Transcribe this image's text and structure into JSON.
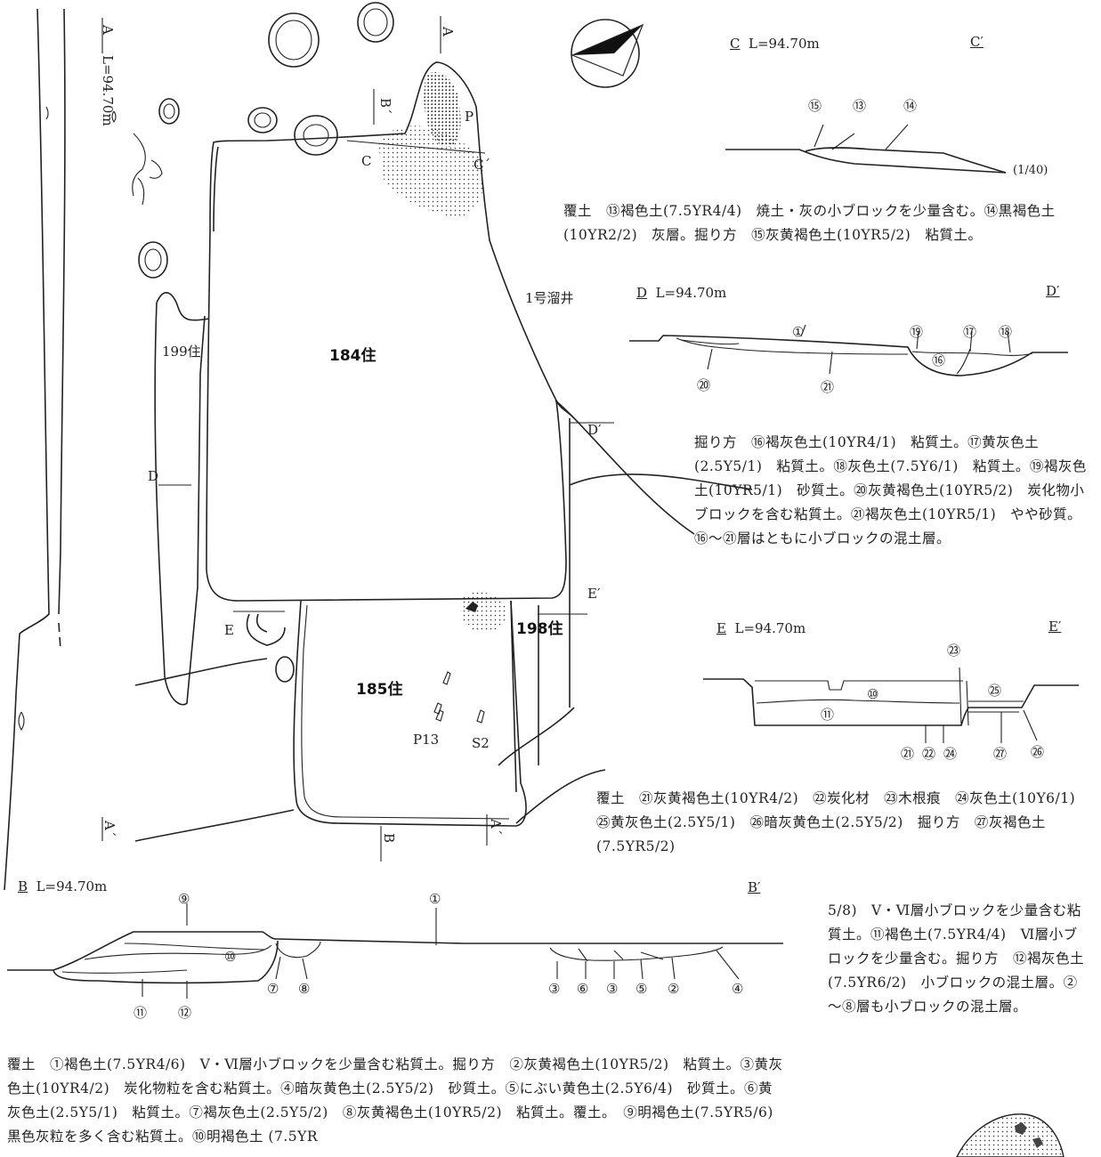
{
  "plan": {
    "features": {
      "f184": "184住",
      "f185": "185住",
      "f198": "198住",
      "f199": "199住",
      "well": "1号溜井"
    },
    "points": {
      "p": "P",
      "p13": "P13",
      "s2": "S2"
    },
    "markers": {
      "a": "A",
      "a_prime": "A´",
      "b": "B",
      "b_prime": "B´",
      "c": "C",
      "c_prime": "C´",
      "d": "D",
      "d_prime": "D′",
      "e": "E",
      "e_prime": "E′"
    },
    "a_level": "L=94.70m"
  },
  "sections": {
    "c": {
      "start": "C",
      "level": "L=94.70m",
      "end": "C′",
      "scale": "(1/40)",
      "layers": [
        "⑮",
        "⑬",
        "⑭"
      ],
      "description": "覆土　⑬褐色土(7.5YR4/4)　焼土・灰の小ブロックを少量含む。⑭黒褐色土(10YR2/2)　灰層。掘り方　⑮灰黄褐色土(10YR5/2)　粘質土。"
    },
    "d": {
      "start": "D",
      "level": "L=94.70m",
      "end": "D′",
      "layers": [
        "①",
        "⑲",
        "⑰",
        "⑱",
        "⑯",
        "⑳",
        "㉑"
      ],
      "description": "掘り方　⑯褐灰色土(10YR4/1)　粘質土。⑰黄灰色土(2.5Y5/1)　粘質土。⑱灰色土(7.5Y6/1)　粘質土。⑲褐灰色土(10YR5/1)　砂質土。⑳灰黄褐色土(10YR5/2)　炭化物小ブロックを含む粘質土。㉑褐灰色土(10YR5/1)　やや砂質。⑯～㉑層はともに小ブロックの混土層。"
    },
    "e": {
      "start": "E",
      "level": "L=94.70m",
      "end": "E′",
      "layers": [
        "㉓",
        "⑩",
        "㉕",
        "⑪",
        "㉑",
        "㉒",
        "㉔",
        "㉗",
        "㉖"
      ],
      "description": "覆土　㉑灰黄褐色土(10YR4/2)　㉒炭化材　㉓木根痕　㉔灰色土(10Y6/1)　㉕黄灰色土(2.5Y5/1)　㉖暗灰黄色土(2.5Y5/2)　掘り方　㉗灰褐色土(7.5YR5/2)"
    },
    "b": {
      "start": "B",
      "level": "L=94.70m",
      "end": "B′",
      "layers": [
        "⑨",
        "①",
        "⑩",
        "⑪",
        "⑫",
        "⑦",
        "⑧",
        "③",
        "⑥",
        "③",
        "⑤",
        "②",
        "④"
      ],
      "description": "覆土　①褐色土(7.5YR4/6)　Ⅴ・Ⅵ層小ブロックを少量含む粘質土。掘り方　②灰黄褐色土(10YR5/2)　粘質土。③黄灰色土(10YR4/2)　炭化物粒を含む粘質土。④暗灰黄色土(2.5Y5/2)　砂質土。⑤にぶい黄色土(2.5Y6/4)　砂質土。⑥黄灰色土(2.5Y5/1)　粘質土。⑦褐灰色土(2.5Y5/2)　⑧灰黄褐色土(10YR5/2)　粘質土。覆土。　⑨明褐色土(7.5YR5/6)　黒色灰粒を多く含む粘質土。⑩明褐色土 (7.5YR",
      "description_cont": "5/8)　Ⅴ・Ⅵ層小ブロックを少量含む粘質土。⑪褐色土(7.5YR4/4)　Ⅵ層小ブロックを少量含む。掘り方　⑫褐灰色土(7.5YR6/2)　小ブロックの混土層。②～⑧層も小ブロックの混土層。"
    }
  }
}
